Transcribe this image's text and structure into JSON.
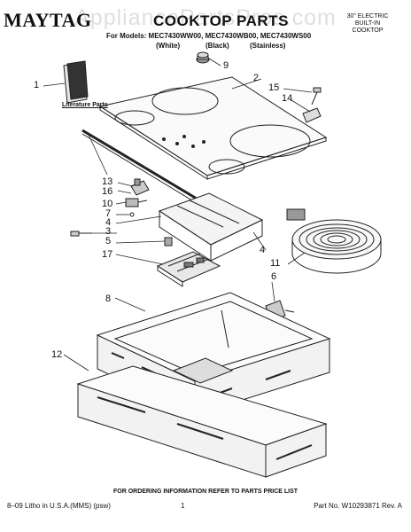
{
  "watermark": "AppliancePartsPros.com",
  "header": {
    "brand": "MAYTAG",
    "title": "COOKTOP PARTS",
    "models": "For Models: MEC7430WW00, MEC7430WB00, MEC7430WS00",
    "colors": [
      "(White)",
      "(Black)",
      "(Stainless)"
    ],
    "description": [
      "30\" ELECTRIC",
      "BUILT-IN",
      "COOKTOP"
    ]
  },
  "literature_label": "Literature Parts",
  "callouts": [
    "1",
    "2",
    "3",
    "4",
    "4",
    "5",
    "6",
    "7",
    "8",
    "9",
    "10",
    "11",
    "12",
    "13",
    "14",
    "15",
    "16",
    "17"
  ],
  "footer": {
    "note": "FOR ORDERING INFORMATION REFER TO PARTS PRICE LIST",
    "left": "8–09 Litho in U.S.A.(MMS) (psw)",
    "page": "1",
    "part_number": "Part No. W10293871 Rev. A"
  }
}
